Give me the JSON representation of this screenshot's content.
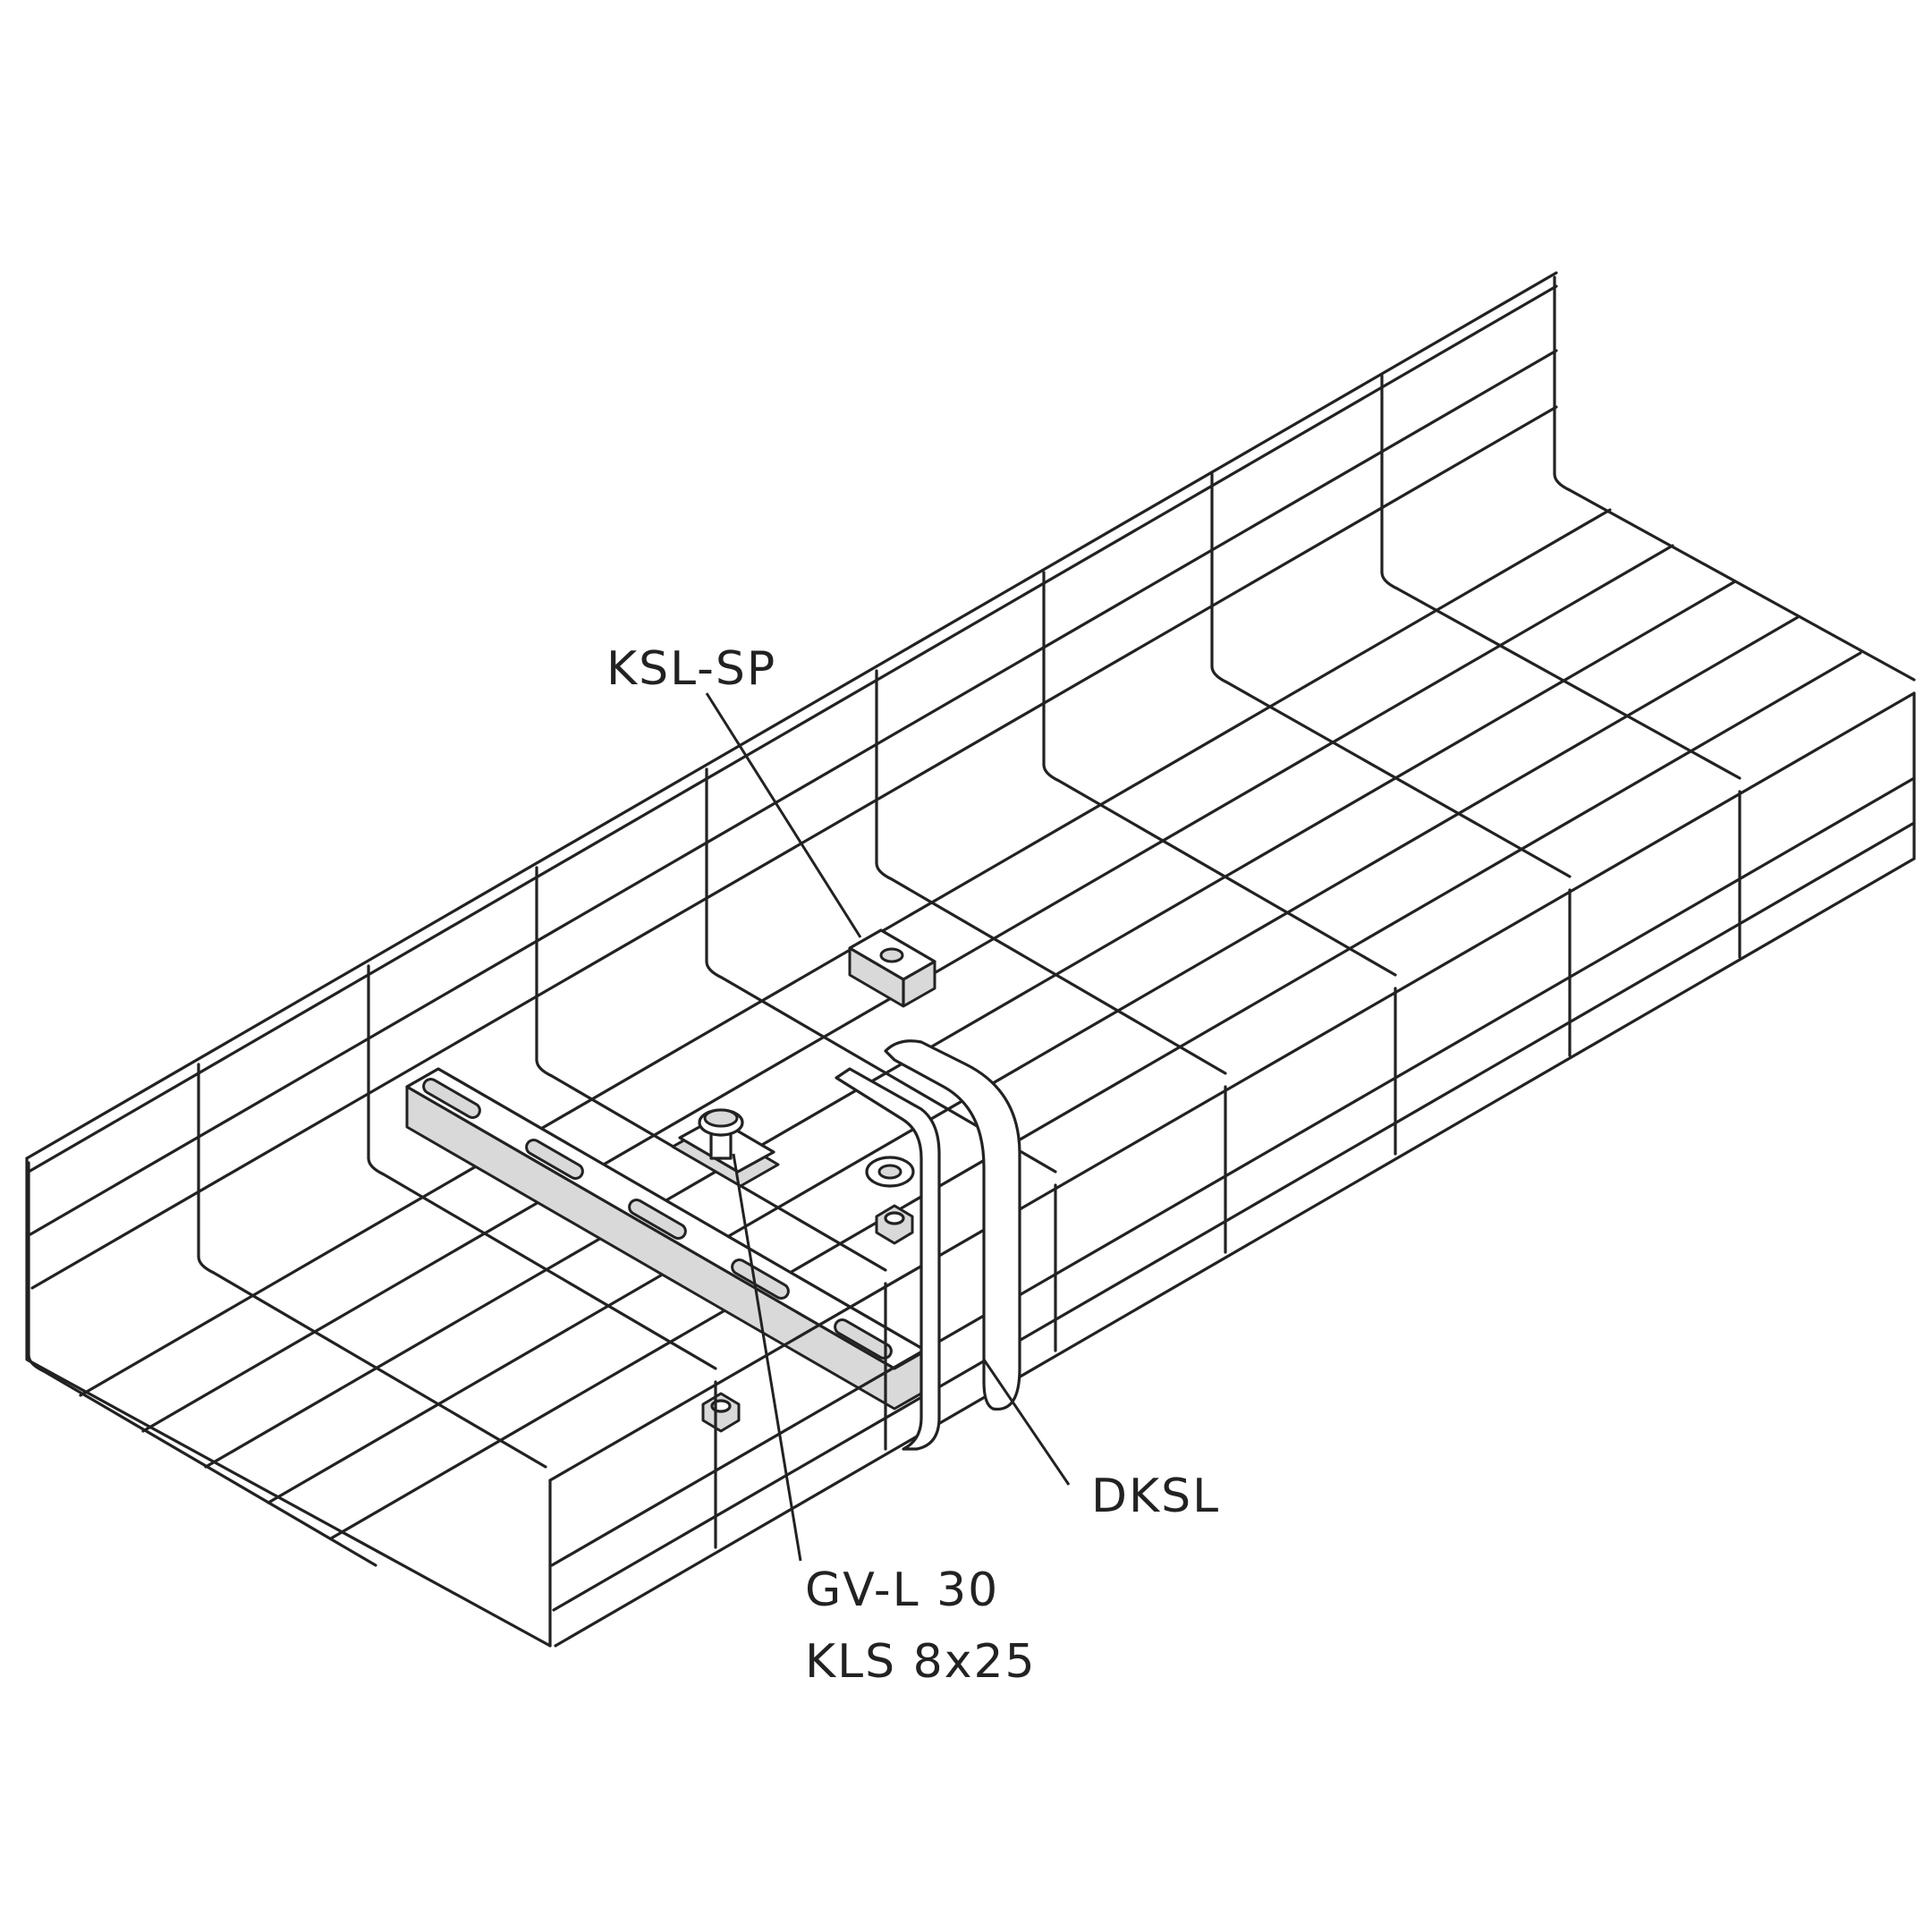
{
  "labels": {
    "ksl_sp": "KSL-SP",
    "dksl": "DKSL",
    "gv_l_30": "GV-L 30",
    "kls_8x25": "KLS 8x25"
  }
}
